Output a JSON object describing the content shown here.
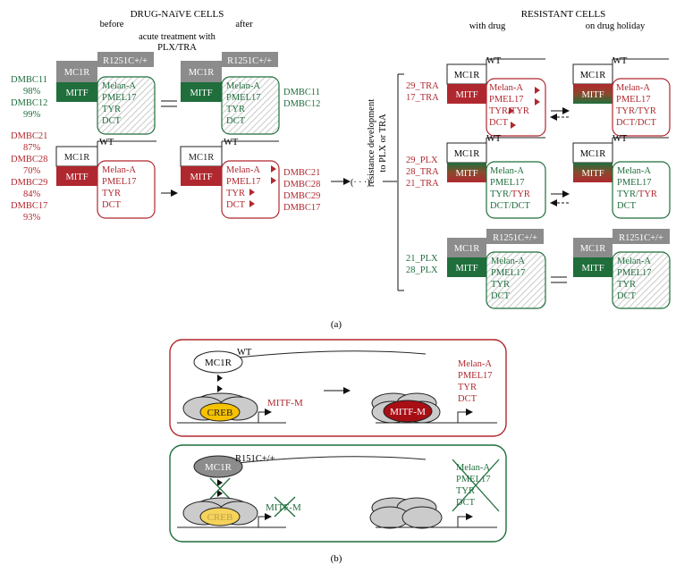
{
  "colors": {
    "red": "#b0282f",
    "green": "#1f6e3c",
    "dark_green": "#1d6a3a",
    "grey": "#8c8c8c",
    "hatch": "#cfcfcf",
    "creb_yellow": "#f6c200",
    "mitf_dark_red": "#a80f15"
  },
  "panel_a": {
    "naive_title": "DRUG-NAïVE CELLS",
    "before": "before",
    "after": "after",
    "acute_line1": "acute treatment with",
    "acute_line2": "PLX/TRA",
    "resistant_title": "RESISTANT CELLS",
    "with_drug": "with drug",
    "on_holiday": "on drug holiday",
    "resistance_line1": "resistance development",
    "resistance_line2": "to PLX or TRA",
    "ellipsis": "(· · ·)",
    "mc1r": "MC1R",
    "mitf": "MITF",
    "wt": "WT",
    "r1251": "R1251C+/+",
    "markers": [
      "Melan-A",
      "PMEL17",
      "TYR",
      "DCT"
    ],
    "tyr_pair": [
      "TYR",
      "/",
      "TYR"
    ],
    "dct_pair": [
      "DCT",
      "/",
      "DCT"
    ],
    "left_green_labels": [
      "DMBC11",
      "98%",
      "DMBC12",
      "99%"
    ],
    "left_red_labels": [
      "DMBC21",
      "87%",
      "DMBC28",
      "70%",
      "DMBC29",
      "84%",
      "DMBC17",
      "93%"
    ],
    "right_green_labels": [
      "DMBC11",
      "DMBC12"
    ],
    "right_red_labels": [
      "DMBC21",
      "DMBC28",
      "DMBC29",
      "DMBC17"
    ],
    "res1_labels": [
      "29_TRA",
      "17_TRA"
    ],
    "res2_labels": [
      "29_PLX",
      "28_TRA",
      "21_TRA"
    ],
    "res3_labels": [
      "21_PLX",
      "28_PLX"
    ],
    "caption": "(a)"
  },
  "panel_b": {
    "mc1r": "MC1R",
    "wt": "WT",
    "r151": "R151C+/+",
    "creb": "CREB",
    "mitf_m": "MITF-M",
    "markers": [
      "Melan-A",
      "PMEL17",
      "TYR",
      "DCT"
    ],
    "caption": "(b)"
  }
}
